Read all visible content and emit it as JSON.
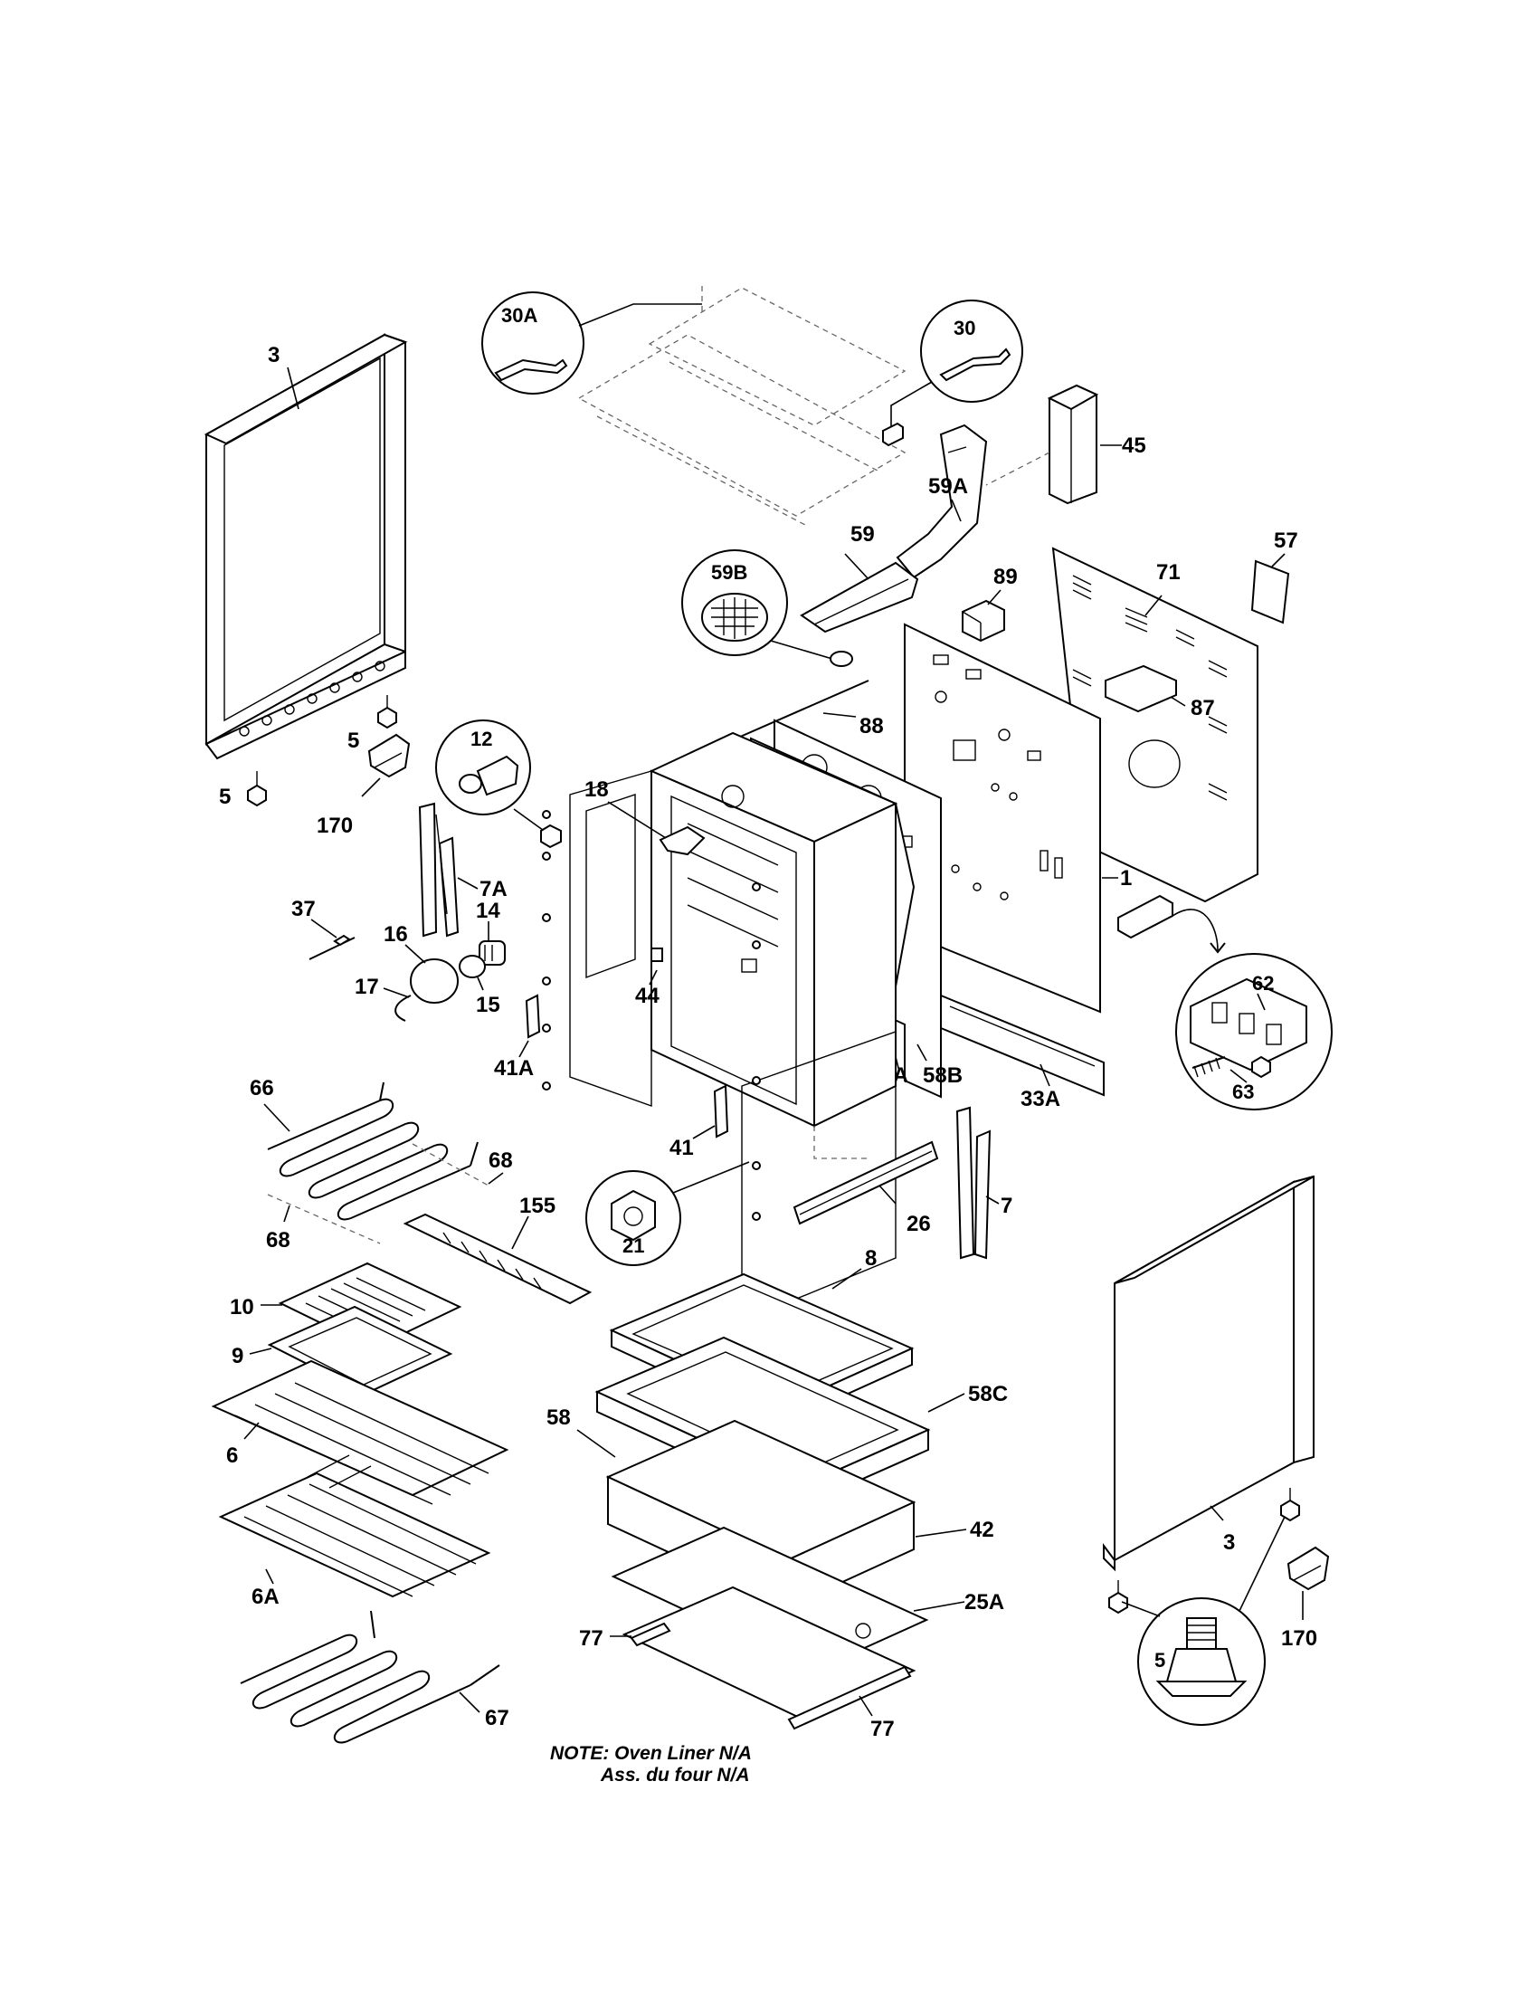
{
  "diagram": {
    "part_labels": {
      "p3_left": "3",
      "p5_a": "5",
      "p5_b": "5",
      "p170_left": "170",
      "p30A": "30A",
      "p30": "30",
      "p45": "45",
      "p59A": "59A",
      "p59": "59",
      "p59B": "59B",
      "p89": "89",
      "p71": "71",
      "p57": "57",
      "p87": "87",
      "p88": "88",
      "p12": "12",
      "p18": "18",
      "p7A": "7A",
      "p37": "37",
      "p14": "14",
      "p16": "16",
      "p17": "17",
      "p15": "15",
      "p44": "44",
      "p41A": "41A",
      "p1": "1",
      "p62": "62",
      "p63": "63",
      "p58A": "58A",
      "p58B": "58B",
      "p33A": "33A",
      "p66": "66",
      "p68_a": "68",
      "p68_b": "68",
      "p41": "41",
      "p21": "21",
      "p26": "26",
      "p7": "7",
      "p155": "155",
      "p10": "10",
      "p9": "9",
      "p8": "8",
      "p58C": "58C",
      "p6": "6",
      "p58": "58",
      "p42": "42",
      "p6A": "6A",
      "p77_a": "77",
      "p25A": "25A",
      "p77_b": "77",
      "p67": "67",
      "p3_right": "3",
      "p5_right": "5",
      "p170_right": "170"
    },
    "note": {
      "line1": "NOTE: Oven Liner N/A",
      "line2": "Ass. du four N/A"
    }
  }
}
